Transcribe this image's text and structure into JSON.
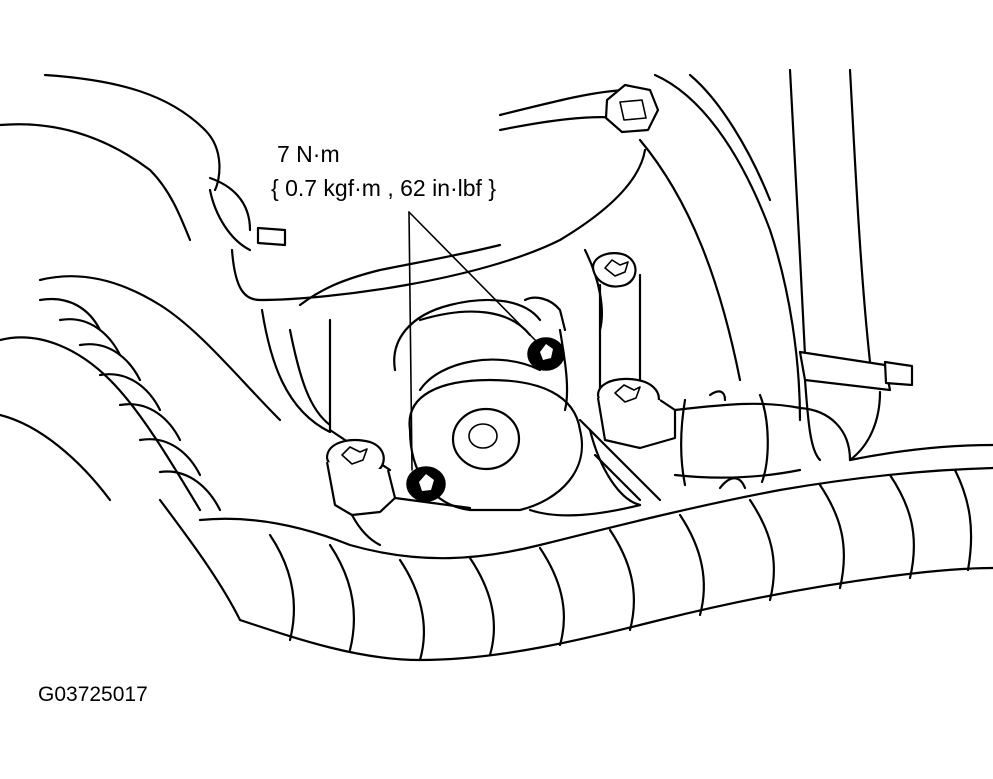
{
  "diagram": {
    "torque_primary": "7 N·m",
    "torque_secondary": "{ 0.7 kgf·m , 62 in·lbf }",
    "figure_code": "G03725017"
  },
  "colors": {
    "line": "#000000",
    "background": "#ffffff"
  }
}
